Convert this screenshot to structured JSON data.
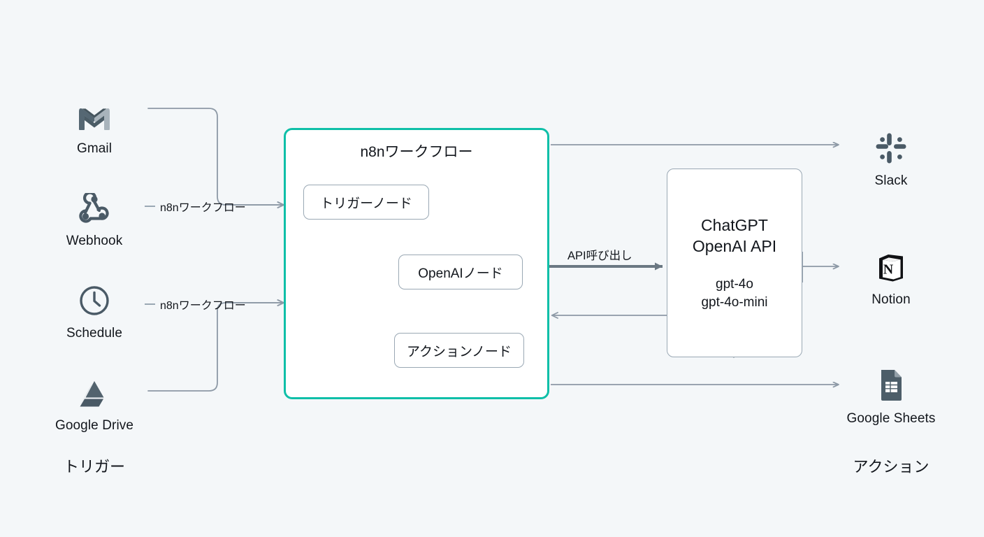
{
  "diagram": {
    "background": "#f4f7f9",
    "accent": "#0fbfa8",
    "wire_color": "#8d99a6",
    "icon_color": "#4a5a66"
  },
  "triggers": {
    "caption": "トリガー",
    "items": [
      {
        "label": "Gmail",
        "icon": "gmail-icon"
      },
      {
        "label": "Webhook",
        "icon": "webhook-icon"
      },
      {
        "label": "Schedule",
        "icon": "clock-icon"
      },
      {
        "label": "Google Drive",
        "icon": "google-drive-icon"
      }
    ]
  },
  "actions": {
    "caption": "アクション",
    "items": [
      {
        "label": "Slack",
        "icon": "slack-icon"
      },
      {
        "label": "Notion",
        "icon": "notion-icon"
      },
      {
        "label": "Google Sheets",
        "icon": "google-sheets-icon"
      }
    ]
  },
  "workflow": {
    "title": "n8nワークフロー",
    "nodes": [
      {
        "label": "トリガーノード"
      },
      {
        "label": "OpenAIノード"
      },
      {
        "label": "アクションノード"
      }
    ]
  },
  "api": {
    "title_line1": "ChatGPT",
    "title_line2": "OpenAI API",
    "model1": "gpt-4o",
    "model2": "gpt-4o-mini",
    "call_label": "API呼び出し"
  },
  "wire_labels": {
    "webhook": "n8nワークフロー",
    "schedule": "n8nワークフロー"
  }
}
